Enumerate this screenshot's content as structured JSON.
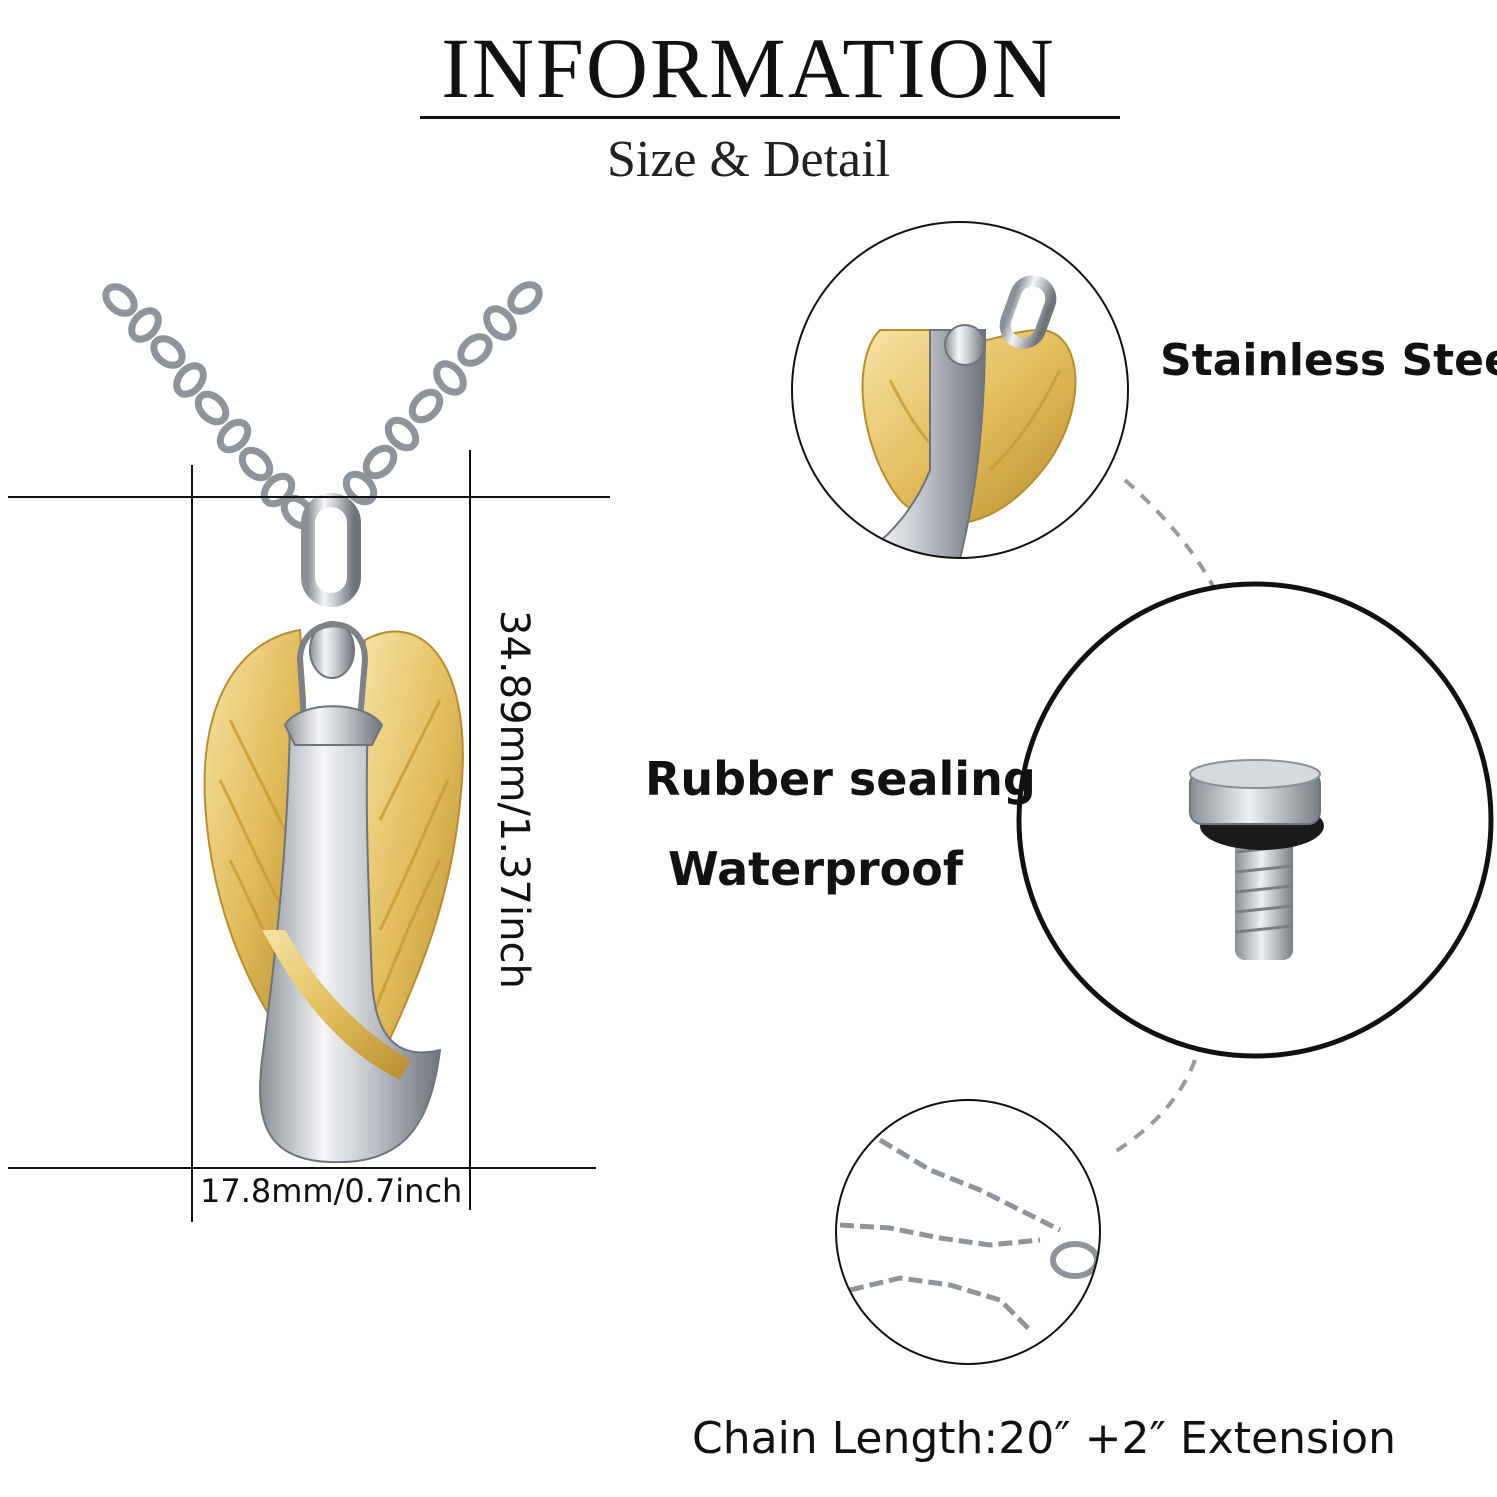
{
  "header": {
    "title": "INFORMATION",
    "subtitle": "Size & Detail"
  },
  "dimensions": {
    "height_label": "34.89mm/1.37inch",
    "width_label": "17.8mm/0.7inch"
  },
  "features": {
    "material_label": "Stainless Steel",
    "seal_label": "Rubber sealing",
    "waterproof_label": "Waterproof",
    "chain_label": "Chain Length:20″  +2″  Extension"
  },
  "colors": {
    "silver": "#c9ccd1",
    "silver_dark": "#7d8288",
    "gold": "#e7c46a",
    "gold_dark": "#b88d2e",
    "rubber": "#1a1a1a",
    "line": "#111111",
    "dash": "#9a9a9a"
  },
  "icons": {
    "pendant": "angel-urn-pendant-illustration",
    "wing_detail": "wing-closeup-illustration",
    "screw": "screw-cap-illustration",
    "chain": "chain-closeup-illustration"
  }
}
